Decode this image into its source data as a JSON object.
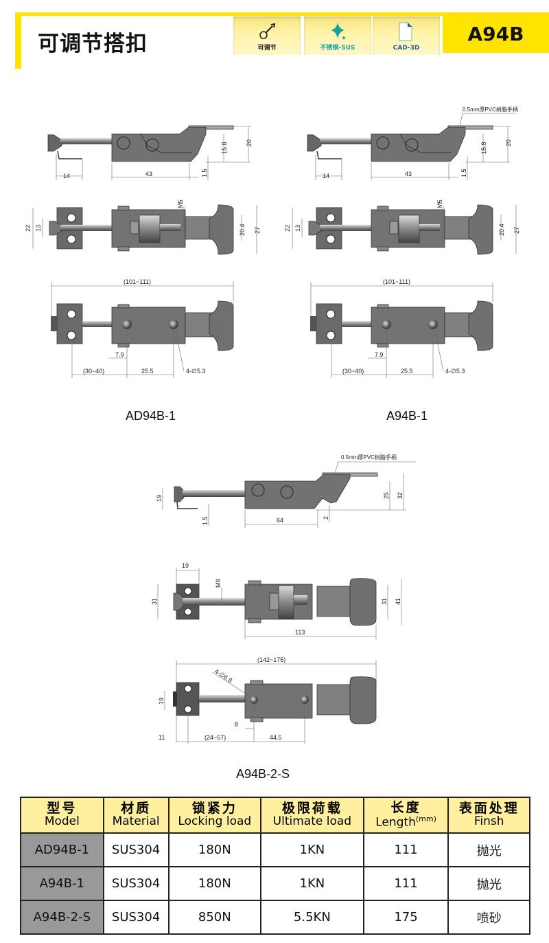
{
  "header": {
    "title": "可调节搭扣",
    "code": "A94B",
    "features": [
      {
        "label": "可调节",
        "icon": "wrench-icon",
        "color": "#222222"
      },
      {
        "label": "不锈钢-SUS",
        "icon": "sparkle-icon",
        "color": "#1aa39a"
      },
      {
        "label": "CAD-3D",
        "icon": "document-icon",
        "color": "#1f5fa0"
      }
    ]
  },
  "colors": {
    "accent": "#ffe400",
    "tile": "#fff3a8",
    "header_row": "#fff0a0",
    "model_cell": "#999999"
  },
  "drawings": {
    "ad94b1": {
      "caption": "AD94B-1",
      "side": {
        "d14": "14",
        "d43": "43",
        "d15": "1.5",
        "d158": "15.8",
        "d20": "20"
      },
      "top": {
        "d22": "22",
        "d13": "13",
        "m5": "M5",
        "d204": "20.4",
        "d27": "27"
      },
      "bottom": {
        "total": "(101~111)",
        "d79": "7.9",
        "adj": "(30~40)",
        "d255": "25.5",
        "holes": "4-∅5.3"
      }
    },
    "a94b1": {
      "caption": "A94B-1",
      "note": "0.5mm厚PVC树脂手柄",
      "side": {
        "d14": "14",
        "d43": "43",
        "d15": "1.5",
        "d158": "15.8",
        "d20": "20"
      },
      "top": {
        "d22": "22",
        "d13": "13",
        "m5": "M5",
        "d204": "20.4",
        "d27": "27"
      },
      "bottom": {
        "total": "(101~111)",
        "d79": "7.9",
        "adj": "(30~40)",
        "d255": "25.5",
        "holes": "4-∅5.3"
      }
    },
    "a94b2s": {
      "caption": "A94B-2-S",
      "note": "0.5mm厚PVC树脂手柄",
      "side": {
        "d19": "19",
        "d15": "1.5",
        "d64": "64",
        "d2": "2",
        "d25": "25",
        "d32": "32"
      },
      "top": {
        "d19": "19",
        "m8": "M8",
        "d31l": "31",
        "d113": "113",
        "d31r": "31",
        "d41": "41"
      },
      "bottom": {
        "total": "(142~175)",
        "holes": "4-∅6.8",
        "d19": "19",
        "d8": "8",
        "d11": "11",
        "adj": "(24~57)",
        "d445": "44.5"
      }
    }
  },
  "table": {
    "headers": [
      {
        "zh": "型号",
        "en": "Model"
      },
      {
        "zh": "材质",
        "en": "Material"
      },
      {
        "zh": "锁紧力",
        "en": "Locking load"
      },
      {
        "zh": "极限荷载",
        "en": "Ultimate load"
      },
      {
        "zh": "长度",
        "en": "Length",
        "unit": "(mm)"
      },
      {
        "zh": "表面处理",
        "en": "Finsh"
      }
    ],
    "rows": [
      [
        "AD94B-1",
        "SUS304",
        "180N",
        "1KN",
        "111",
        "抛光"
      ],
      [
        "A94B-1",
        "SUS304",
        "180N",
        "1KN",
        "111",
        "抛光"
      ],
      [
        "A94B-2-S",
        "SUS304",
        "850N",
        "5.5KN",
        "175",
        "喷砂"
      ]
    ]
  }
}
